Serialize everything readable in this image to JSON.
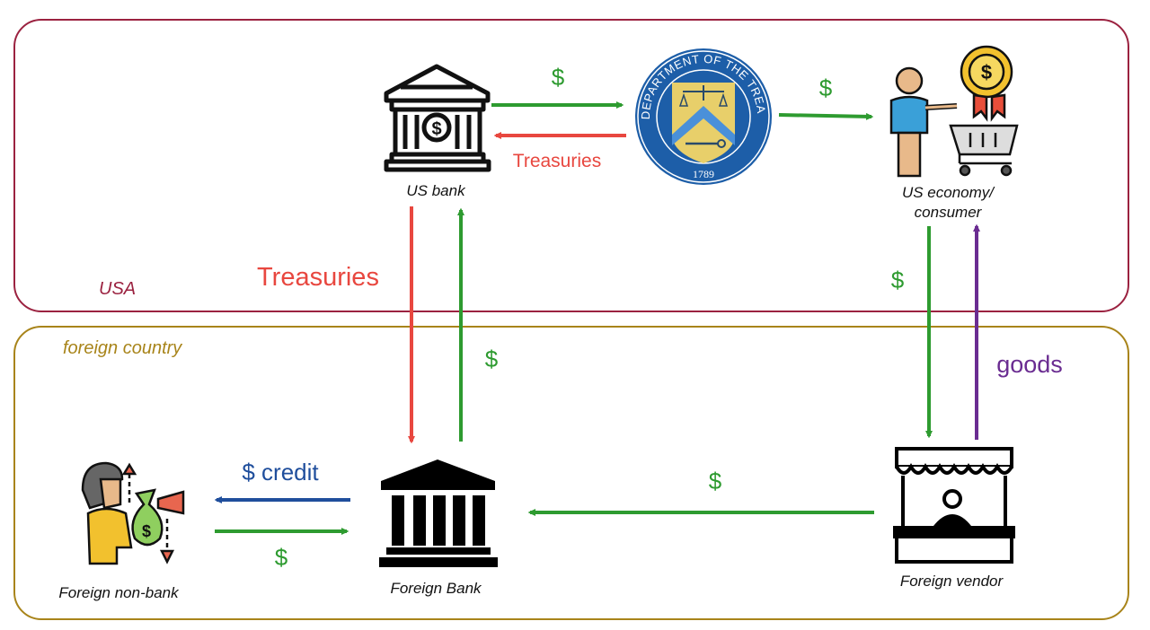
{
  "regions": {
    "usa": {
      "label": "USA",
      "color": "#9b2240"
    },
    "foreign": {
      "label": "foreign country",
      "color": "#a8841a"
    }
  },
  "nodes": {
    "us_bank": {
      "label": "US bank",
      "icon": "bank-outline-icon"
    },
    "treasury": {
      "seal_text": "THE DEPARTMENT OF THE TREASURY",
      "seal_year": "1789",
      "icon": "treasury-seal-icon"
    },
    "us_economy": {
      "label_line1": "US economy/",
      "label_line2": "consumer",
      "icon": "shopper-cart-icon"
    },
    "foreign_bank": {
      "label": "Foreign Bank",
      "icon": "bank-solid-icon"
    },
    "foreign_vendor": {
      "label": "Foreign vendor",
      "icon": "vendor-stall-icon"
    },
    "foreign_nonbank": {
      "label": "Foreign non-bank",
      "icon": "person-money-bag-icon"
    }
  },
  "flows": {
    "usbank_to_treasury": "$",
    "treasury_to_usbank": "Treasuries",
    "treasury_to_economy": "$",
    "usbank_to_foreignbank": "Treasuries",
    "foreignbank_to_usbank": "$",
    "economy_to_vendor": "$",
    "vendor_to_economy": "goods",
    "vendor_to_foreignbank": "$",
    "foreignbank_to_nonbank": "$ credit",
    "nonbank_to_foreignbank": "$"
  },
  "colors": {
    "green": "#2e9b30",
    "red": "#e8473f",
    "blue": "#1f4e9c",
    "purple": "#6a2c91",
    "seal_blue": "#1d5ea8",
    "seal_gold": "#e8cf6a"
  }
}
